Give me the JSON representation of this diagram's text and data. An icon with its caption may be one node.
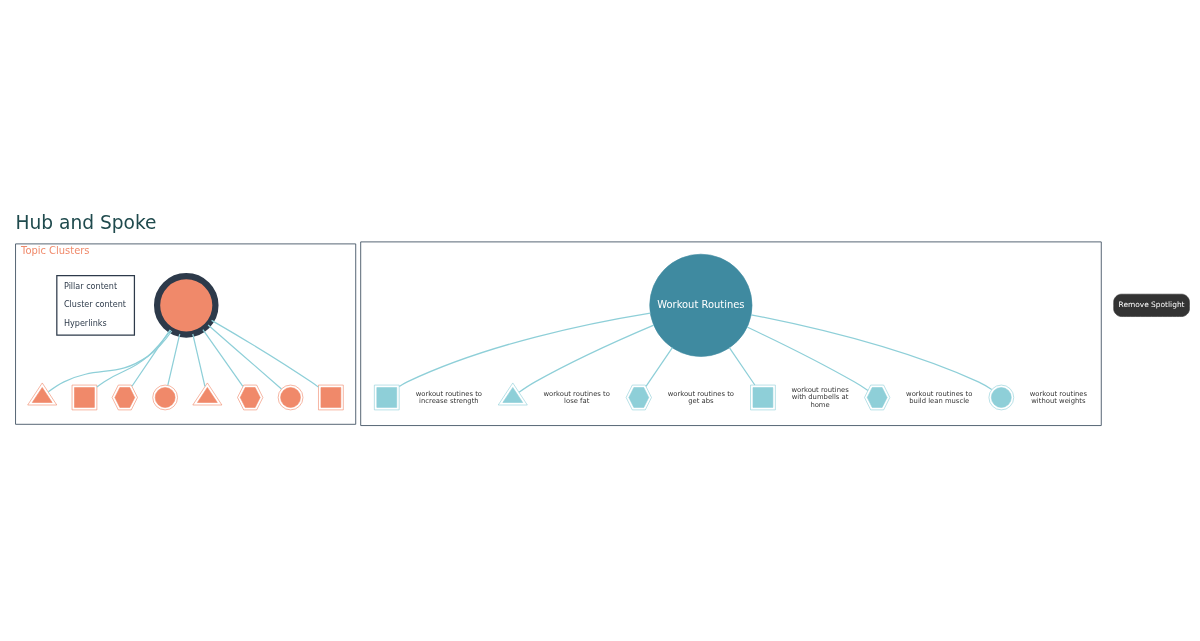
{
  "diagram": {
    "title": "Hub and Spoke",
    "nodes": [
      {
        "text": [
          "Topic Clusters"
        ]
      },
      {
        "text": [],
        "shape": "circle",
        "in": 0
      },
      {
        "text": [],
        "shape": "triangle",
        "in": 0
      },
      {
        "text": [],
        "shape": "square",
        "in": 0
      },
      {
        "text": [],
        "shape": "hexagon",
        "in": 0
      },
      {
        "text": [],
        "shape": "circle",
        "in": 0
      },
      {
        "text": [],
        "shape": "triangle",
        "in": 0
      },
      {
        "text": [],
        "shape": "hexagon",
        "in": 0
      },
      {
        "text": [],
        "shape": "circle",
        "in": 0
      },
      {
        "text": [],
        "shape": "square",
        "in": 0
      },
      {
        "text": [],
        "shape": "box"
      },
      {
        "text": [
          "Workout Routines"
        ],
        "in": 10
      },
      {
        "text": [],
        "shape": "square",
        "in": 10,
        "beside": [
          "workout routines to increase strength"
        ]
      },
      {
        "text": [],
        "shape": "triangle",
        "in": 10,
        "beside": [
          "workout routines to lose fat"
        ]
      },
      {
        "text": [],
        "shape": "hexagon",
        "in": 10,
        "beside": [
          "workout routines to get abs"
        ]
      },
      {
        "text": [],
        "shape": "square",
        "in": 10,
        "beside": [
          "workout routines with dumbells at home"
        ]
      },
      {
        "text": [],
        "shape": "hexagon",
        "in": 10,
        "beside": [
          "workout routines to build lean muscle"
        ]
      },
      {
        "text": [],
        "shape": "circle",
        "in": 10,
        "beside": [
          "workout routines without weights"
        ]
      }
    ],
    "edges": [
      {
        "from": 1,
        "to": 2,
        "arrow": "none"
      },
      {
        "from": 1,
        "to": 3,
        "arrow": "none"
      },
      {
        "from": 1,
        "to": 4,
        "arrow": "none"
      },
      {
        "from": 1,
        "to": 5,
        "arrow": "none"
      },
      {
        "from": 1,
        "to": 6,
        "arrow": "none"
      },
      {
        "from": 1,
        "to": 7,
        "arrow": "none"
      },
      {
        "from": 1,
        "to": 8,
        "arrow": "none"
      },
      {
        "from": 1,
        "to": 9,
        "arrow": "none"
      },
      {
        "from": 11,
        "to": 12,
        "arrow": "none"
      },
      {
        "from": 11,
        "to": 13,
        "arrow": "none"
      },
      {
        "from": 11,
        "to": 14,
        "arrow": "none"
      },
      {
        "from": 11,
        "to": 15,
        "arrow": "none"
      },
      {
        "from": 11,
        "to": 16,
        "arrow": "none"
      },
      {
        "from": 11,
        "to": 17,
        "arrow": "none"
      }
    ],
    "labels": [
      "Remove Spotlight"
    ],
    "legend": [
      {
        "text": "Pillar content"
      },
      {
        "text": "Cluster content"
      },
      {
        "text": "Hyperlinks"
      }
    ]
  }
}
